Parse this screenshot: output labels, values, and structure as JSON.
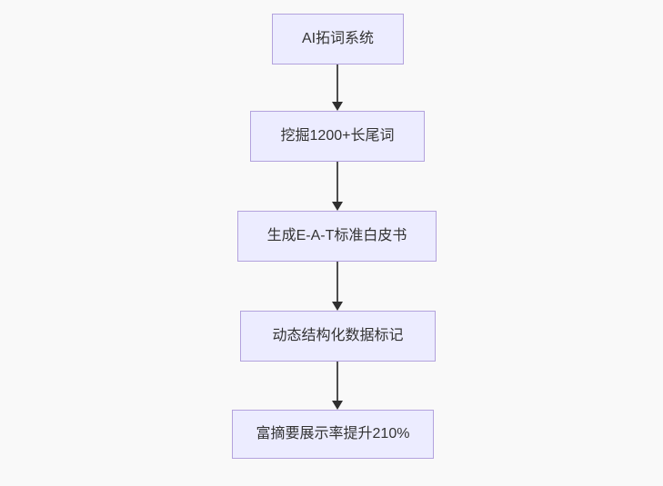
{
  "diagram": {
    "type": "flowchart",
    "direction": "top-down",
    "nodes": [
      {
        "id": "n1",
        "label": "AI拓词系统"
      },
      {
        "id": "n2",
        "label": "挖掘1200+长尾词"
      },
      {
        "id": "n3",
        "label": "生成E-A-T标准白皮书"
      },
      {
        "id": "n4",
        "label": "动态结构化数据标记"
      },
      {
        "id": "n5",
        "label": "富摘要展示率提升210%"
      }
    ],
    "edges": [
      {
        "from": "n1",
        "to": "n2"
      },
      {
        "from": "n2",
        "to": "n3"
      },
      {
        "from": "n3",
        "to": "n4"
      },
      {
        "from": "n4",
        "to": "n5"
      }
    ],
    "colors": {
      "background": "#f9f9f9",
      "node_fill": "#ececff",
      "node_border": "#b3a2dd",
      "node_text": "#333333",
      "edge_line": "#4e4e4e",
      "arrowhead": "#2f2f2f"
    }
  }
}
